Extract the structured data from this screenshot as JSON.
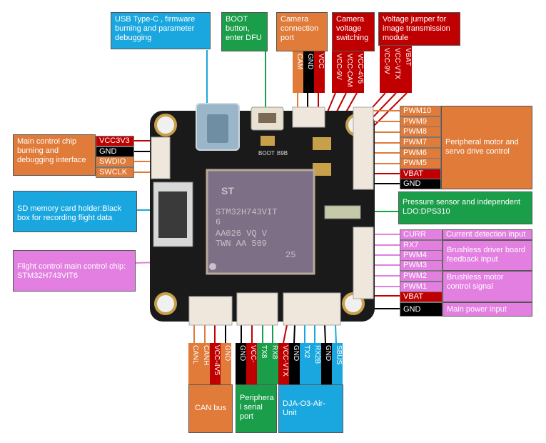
{
  "colors": {
    "board": "#1a1a1a",
    "blue": "#1aa7e0",
    "green": "#1a9e4a",
    "orange": "#e07b39",
    "red": "#c00000",
    "black": "#000000",
    "pink": "#e27fe0",
    "chip": "#7d6f85"
  },
  "top_boxes": {
    "usb": "USB Type-C , firmware burning and parameter debugging",
    "boot": "BOOT button, enter DFU",
    "camera_port": "Camera connection port",
    "camera_voltage": "Camera voltage switching",
    "vtx_jumper": "Voltage jumper for image transmission module"
  },
  "top_pins": {
    "camera": [
      "CAM",
      "GND",
      "VCC"
    ],
    "camera_voltage": [
      "VCC-9V",
      "VCC-CAM",
      "VCC-4V5"
    ],
    "vtx": [
      "VCC-9V",
      "VCC-VTX",
      "VBAT"
    ]
  },
  "left_boxes": {
    "debug": "Main control chip burning and debugging interface",
    "sd": "SD memory card holder:Black box for recording flight data",
    "mcu": "Flight control main control chip: STM32H743VIT6"
  },
  "debug_pins": [
    "VCC3V3",
    "GND",
    "SWDIO",
    "SWCLK"
  ],
  "right_pins_top": [
    "PWM10",
    "PWM9",
    "PWM8",
    "PWM7",
    "PWM6",
    "PWM5",
    "VBAT",
    "GND"
  ],
  "right_boxes": {
    "motor": "Peripheral motor and servo drive control",
    "baro": "Pressure sensor and independent LDO:DPS310",
    "current": "Current detection input",
    "esc_feedback": "Brushless driver board feedback input",
    "motor_signal": "Brushless motor control signal",
    "power": "Main power input"
  },
  "right_pins_bottom": [
    "CURR",
    "RX7",
    "PWM4",
    "PWM3",
    "PWM2",
    "PWM1",
    "VBAT",
    "GND"
  ],
  "bottom_pins": {
    "can": [
      "CANL",
      "CANH",
      "VCC-4V5",
      "GND"
    ],
    "serial": [
      "GND",
      "VCC-",
      "TX8",
      "RX8"
    ],
    "dji": [
      "VCC-VTX",
      "GND",
      "TX2",
      "RX2B",
      "GND",
      "SBUS"
    ]
  },
  "bottom_boxes": {
    "can": "CAN bus",
    "serial": "Periphera l serial port",
    "dji": "DJA-O3-Air-Unit"
  },
  "chip": {
    "logo": "ST",
    "line1": "STM32H743VIT",
    "line2": "6",
    "line3": "AA026 VQ V",
    "line4": "TWN AA 509",
    "line5": "25"
  },
  "silk": {
    "boot": "BOOT",
    "b": "B9B"
  }
}
